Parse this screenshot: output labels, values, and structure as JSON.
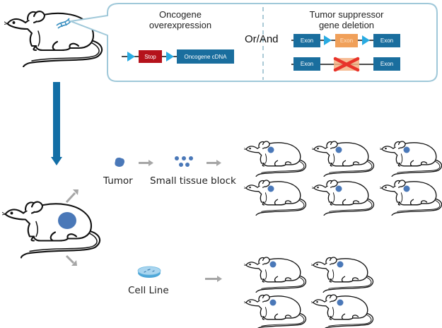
{
  "callout": {
    "left_title_line1": "Oncogene",
    "left_title_line2": "overexpression",
    "connector_text": "Or/And",
    "right_title_line1": "Tumor suppressor",
    "right_title_line2": "gene deletion",
    "stop_label": "Stop",
    "oncogene_label": "Oncogene cDNA",
    "exon_label": "Exon"
  },
  "flow": {
    "tumor_label": "Tumor",
    "tissue_label": "Small tissue block",
    "cell_line_label": "Cell Line"
  },
  "colors": {
    "exon_blue": "#1a6e9e",
    "stop_red": "#b5121b",
    "exon_orange": "#f0a05a",
    "loxp_cyan": "#29abe2",
    "main_arrow": "#126ea6",
    "grey_arrow": "#a6a6a6",
    "tumor_blue": "#4a78b8",
    "callout_border": "#9fc8d9",
    "deletion_x": "#e8332a"
  },
  "groups": {
    "tissue_pdx_mice_count": 6,
    "cell_line_xenograft_mice_count": 4
  }
}
